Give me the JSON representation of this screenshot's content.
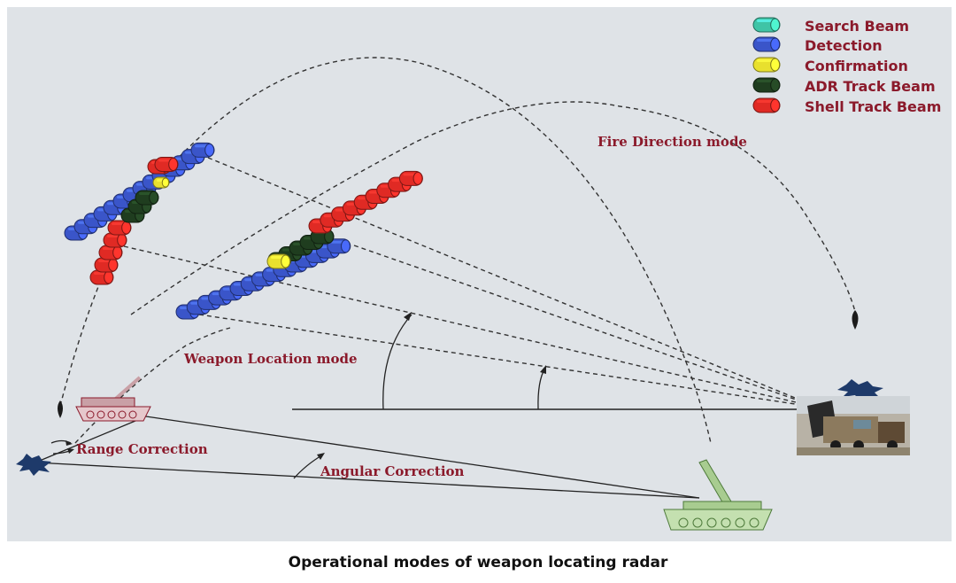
{
  "legend": {
    "items": [
      {
        "label": "Search Beam",
        "color": "#3fc4a6"
      },
      {
        "label": "Detection",
        "color": "#3a55c9"
      },
      {
        "label": "Confirmation",
        "color": "#e8e02e"
      },
      {
        "label": "ADR Track Beam",
        "color": "#1f3d1f"
      },
      {
        "label": "Shell Track Beam",
        "color": "#e02a24"
      }
    ]
  },
  "labels": {
    "fire_direction": "Fire Direction mode",
    "weapon_location": "Weapon Location mode",
    "range_correction": "Range Correction",
    "angular_correction": "Angular Correction"
  },
  "caption": "Operational modes of weapon locating radar",
  "colors": {
    "panel_background": "#dfe3e7",
    "label_text": "#8b1a2b",
    "friendly_tank": "#a8cc90",
    "enemy_vehicle": "#c9a0a6",
    "explosion": "#1e3a6a"
  }
}
